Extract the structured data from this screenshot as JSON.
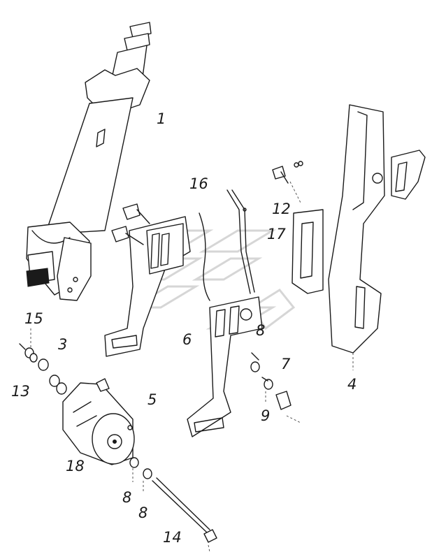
{
  "diagram": {
    "callouts": {
      "c1": "1",
      "c3": "3",
      "c4": "4",
      "c5": "5",
      "c6": "6",
      "c7": "7",
      "c8a": "8",
      "c8b": "8",
      "c8c": "8",
      "c9": "9",
      "c12": "12",
      "c13": "13",
      "c14": "14",
      "c15": "15",
      "c16": "16",
      "c17": "17",
      "c18": "18"
    }
  }
}
